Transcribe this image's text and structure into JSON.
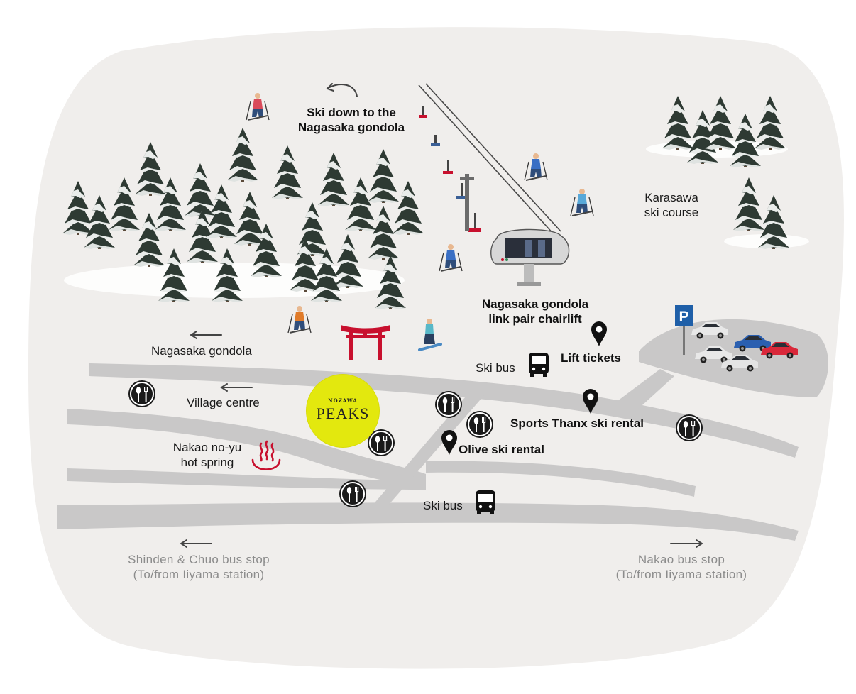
{
  "labels": {
    "ski_down_line1": "Ski down to the",
    "ski_down_line2": "Nagasaka gondola",
    "karasawa_line1": "Karasawa",
    "karasawa_line2": "ski course",
    "chairlift_line1": "Nagasaka gondola",
    "chairlift_line2": "link pair chairlift",
    "nagasaka_gondola": "Nagasaka gondola",
    "lift_tickets": "Lift tickets",
    "ski_bus_top": "Ski bus",
    "village_centre": "Village centre",
    "sports_thanx": "Sports Thanx ski rental",
    "olive": "Olive ski rental",
    "hot_spring_line1": "Nakao no-yu",
    "hot_spring_line2": "hot spring",
    "ski_bus_bottom": "Ski bus",
    "shinden_line1": "Shinden & Chuo bus stop",
    "shinden_line2": "(To/from Iiyama station)",
    "nakao_line1": "Nakao bus stop",
    "nakao_line2": "(To/from Iiyama station)"
  },
  "logo": {
    "small": "NOZAWA",
    "big": "PEAKS"
  },
  "parking_symbol": "P",
  "colors": {
    "background": "#f0eeec",
    "road": "#c9c8c8",
    "logo": "#e3e80e",
    "torii": "#c8102e",
    "onsen": "#c8102e",
    "parking": "#1f5fa8"
  },
  "icons": {
    "restaurant": "fork-spoon-icon",
    "bus": "bus-icon",
    "pin": "map-pin-icon",
    "onsen": "hot-spring-icon",
    "shrine": "torii-gate-icon",
    "parking": "parking-icon"
  }
}
